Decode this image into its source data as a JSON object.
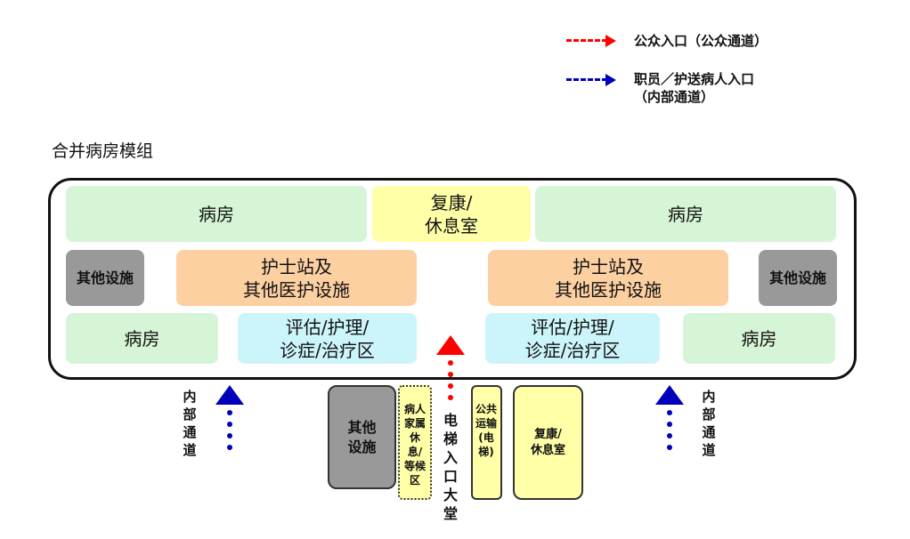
{
  "legend": {
    "public_label": "公众入口（公众通道）",
    "staff_label_line1": "职员／护送病人入口",
    "staff_label_line2": "（内部通道）",
    "public_color": "#ff0000",
    "staff_color": "#0000bb"
  },
  "module_title": "合并病房模组",
  "rooms": {
    "ward_top_left": "病房",
    "rehab_top": "复康/\n休息室",
    "ward_top_right": "病房",
    "other_left": "其他设施",
    "nurse_left": "护士站及\n其他医护设施",
    "nurse_right": "护士站及\n其他医护设施",
    "other_right": "其他设施",
    "ward_bottom_left": "病房",
    "assess_left": "评估/护理/\n诊症/治疗区",
    "assess_right": "评估/护理/\n诊症/治疗区",
    "ward_bottom_right": "病房"
  },
  "outside": {
    "internal_left": "内部通道",
    "internal_right": "内部通道",
    "other_facility": "其他\n设施",
    "family_area": "病人家属休息/等候区",
    "lift_lobby": "电梯入口大堂",
    "public_lift": "公共运输(电梯)",
    "rehab_small": "复康/\n休息室"
  }
}
